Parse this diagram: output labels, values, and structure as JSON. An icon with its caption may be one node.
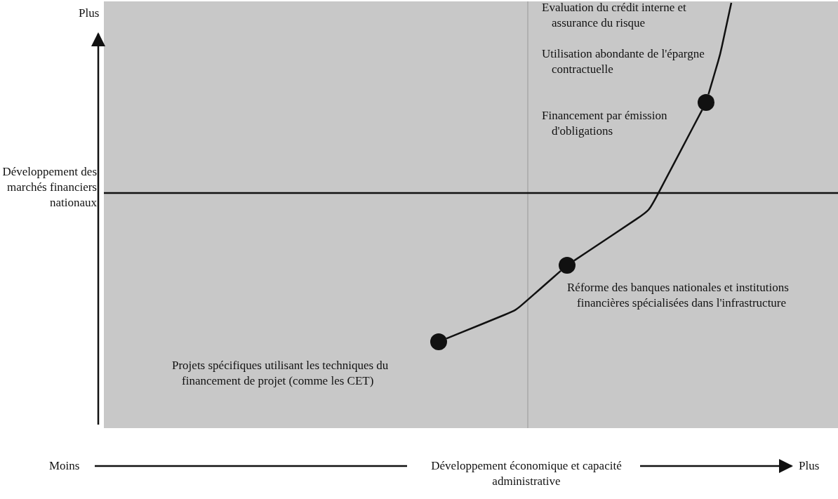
{
  "diagram": {
    "nodes": [
      {
        "text": [],
        "shape": "circle",
        "beside": [
          "Projets spécifiques utilisant les techniques du financement de projet (comme les CET)"
        ]
      },
      {
        "text": [],
        "shape": "circle",
        "beside": [
          "Réforme des banques nationales et institutions financières spécialisées dans l'infrastructure"
        ]
      },
      {
        "text": [],
        "shape": "circle",
        "beside": [
          "Evaluation du crédit interne et assurance du risque",
          "Utilisation abondante de l'épargne contractuelle",
          "Financement par émission d'obligations"
        ]
      }
    ],
    "edges": [
      {
        "from": 0,
        "to": 1,
        "arrow": "none"
      },
      {
        "from": 1,
        "to": 2,
        "arrow": "none"
      },
      {
        "from": 2,
        "to": null,
        "arrow": "none"
      }
    ],
    "labels": [
      "Plus",
      "Développement des marchés financiers nationaux",
      "Moins",
      "Développement économique et capacité administrative",
      "Plus"
    ]
  }
}
